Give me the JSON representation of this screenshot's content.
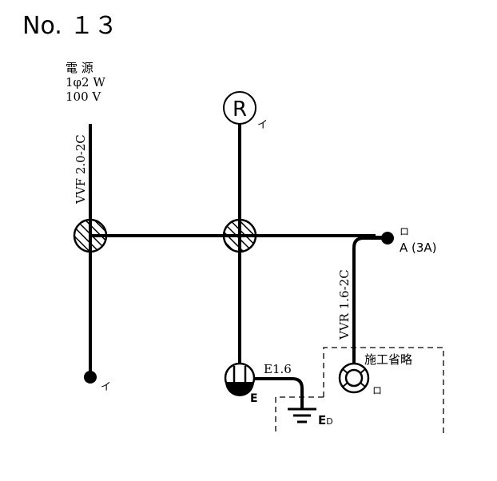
{
  "title": "No. １３",
  "power": {
    "line1": "電 源",
    "line2": "1φ2 W",
    "line3": "100 V"
  },
  "cables": {
    "main": "VVF 2.0-2C",
    "switch": "VVR 1.6-2C",
    "earth": "E1.6"
  },
  "labels": {
    "receptacle_r": "イ",
    "switch_i": "イ",
    "switch_ro": "ロ",
    "breaker_ro": "ロ",
    "breaker_rating": "A (3A)",
    "lamp_ro": "ロ",
    "outlet_e": "E",
    "ground": "E",
    "ground_sub": "D",
    "omitted": "施工省略",
    "r_symbol": "R"
  }
}
